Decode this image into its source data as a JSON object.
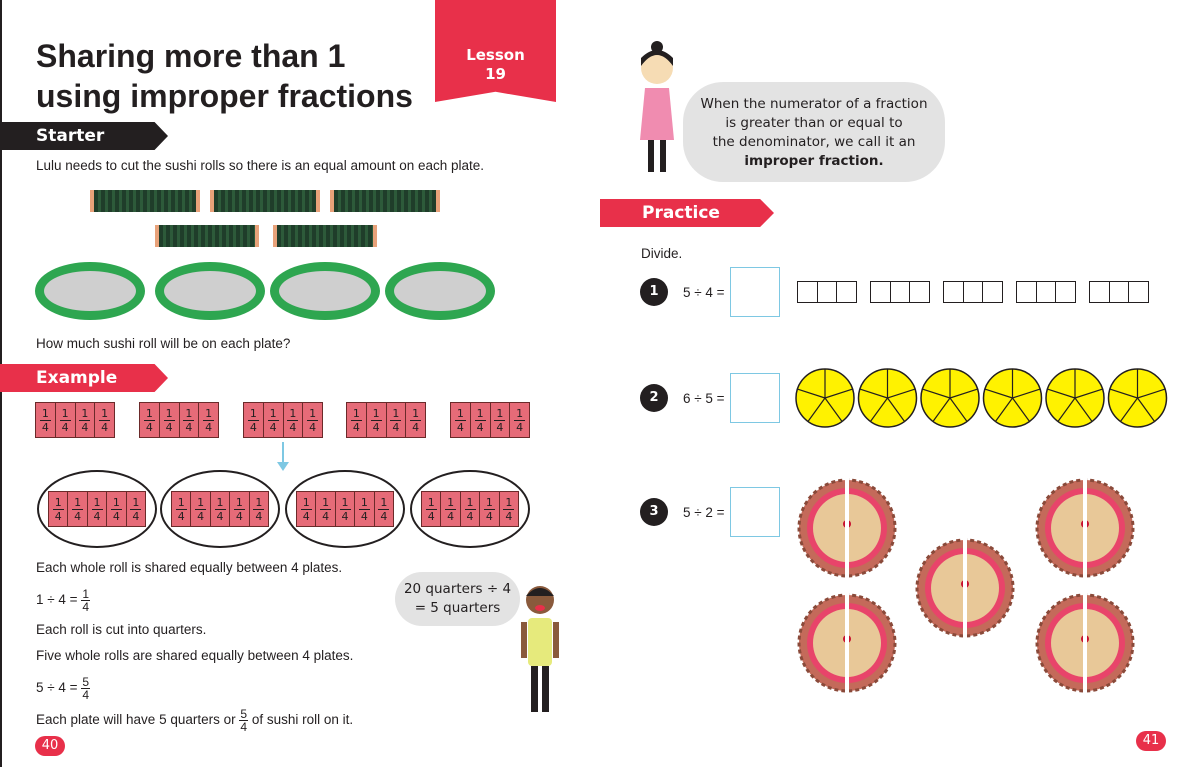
{
  "left_page": {
    "title_line1": "Sharing more than 1",
    "title_line2": "using improper fractions",
    "lesson_label": "Lesson",
    "lesson_number": "19",
    "starter_label": "Starter",
    "starter_text": "Lulu needs to cut the sushi rolls so there is an equal amount on each plate.",
    "sushi_rolls": 5,
    "plates": 4,
    "question": "How much sushi roll will be on each plate?",
    "example_label": "Example",
    "fraction_numerator": "1",
    "fraction_denominator": "4",
    "top_bars": 5,
    "bottom_groups": 4,
    "lines": {
      "l1": "Each whole roll is shared equally between 4 plates.",
      "l2": "1 ÷ 4 =",
      "l3": "Each roll is cut into quarters.",
      "l4": "Five whole rolls are shared equally between 4 plates.",
      "l5": "5 ÷ 4 =",
      "l5_num": "5",
      "l5_den": "4",
      "l6a": "Each plate will have 5 quarters or",
      "l6b": "of sushi roll on it."
    },
    "boy_bubble_line1": "20 quarters ÷ 4",
    "boy_bubble_line2": "= 5 quarters",
    "page_number": "40"
  },
  "right_page": {
    "girl_bubble_line1": "When the numerator of a fraction",
    "girl_bubble_line2": "is greater than or equal to",
    "girl_bubble_line3": "the denominator, we call it an",
    "girl_bubble_line4": "improper fraction.",
    "practice_label": "Practice",
    "instruction": "Divide.",
    "questions": [
      {
        "number": "1",
        "expression": "5 ÷ 4 =",
        "answer": ""
      },
      {
        "number": "2",
        "expression": "6 ÷ 5 =",
        "answer": ""
      },
      {
        "number": "3",
        "expression": "5 ÷ 2 =",
        "answer": ""
      }
    ],
    "page_number": "41"
  },
  "colors": {
    "red": "#e8304a",
    "black": "#231f20",
    "green": "#2ea650",
    "yellow": "#fff200",
    "blue": "#7ec8e3"
  }
}
